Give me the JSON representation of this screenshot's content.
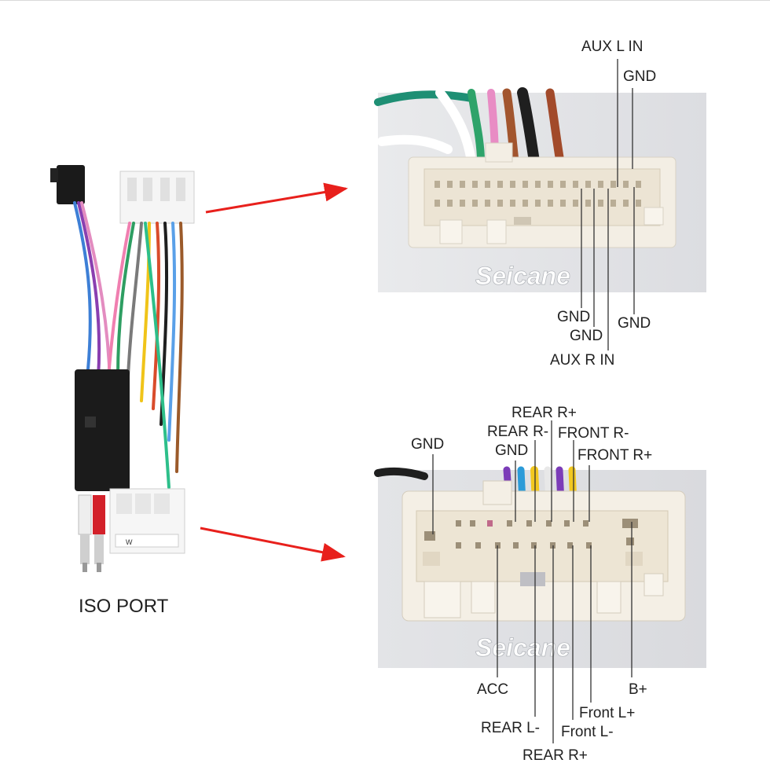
{
  "brand": {
    "watermark": "Seicane"
  },
  "left": {
    "caption": "ISO PORT",
    "label_tag": "W"
  },
  "top_connector": {
    "labels": {
      "aux_l_in": "AUX L IN",
      "gnd_top": "GND",
      "gnd_1": "GND",
      "gnd_2": "GND",
      "gnd_right": "GND",
      "aux_r_in": "AUX R IN"
    }
  },
  "bottom_connector": {
    "labels": {
      "rear_r_plus_top": "REAR R+",
      "rear_r_minus": "REAR R-",
      "front_r_minus": "FRONT R-",
      "gnd_left": "GND",
      "gnd_mid": "GND",
      "front_r_plus": "FRONT R+",
      "acc": "ACC",
      "b_plus": "B+",
      "front_l_plus": "Front L+",
      "rear_l_minus": "REAR L-",
      "front_l_minus": "Front L-",
      "rear_r_plus_bottom": "REAR R+"
    }
  },
  "colors": {
    "arrow": "#e8201c",
    "connector": "#f3eee4",
    "photo_bg": "#e6e7ea",
    "leader": "#333333"
  }
}
